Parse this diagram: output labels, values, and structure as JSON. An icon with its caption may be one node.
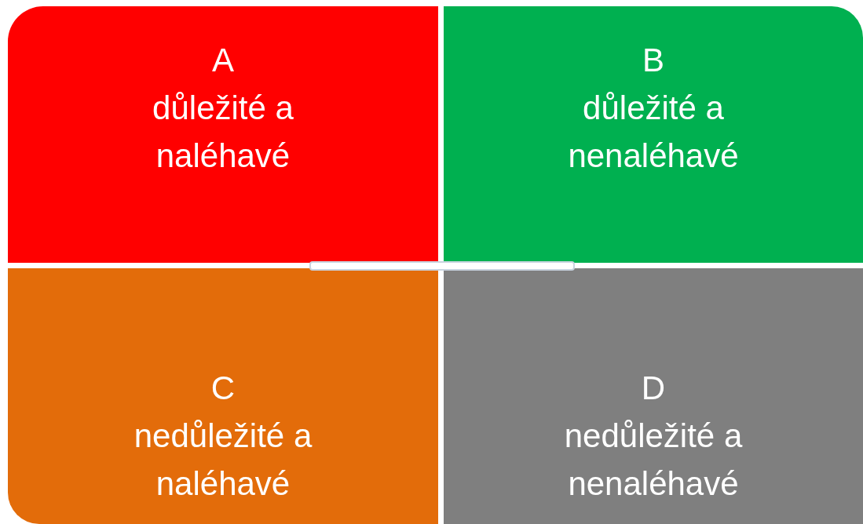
{
  "diagram": {
    "nodes": [
      {
        "text": [
          "A",
          "důležité a naléhavé"
        ]
      },
      {
        "text": [
          "B",
          "důležité a nenaléhavé"
        ]
      },
      {
        "text": [
          "C",
          "nedůležité a naléhavé"
        ]
      },
      {
        "text": [
          "D",
          "nedůležité a nenaléhavé"
        ]
      }
    ]
  }
}
